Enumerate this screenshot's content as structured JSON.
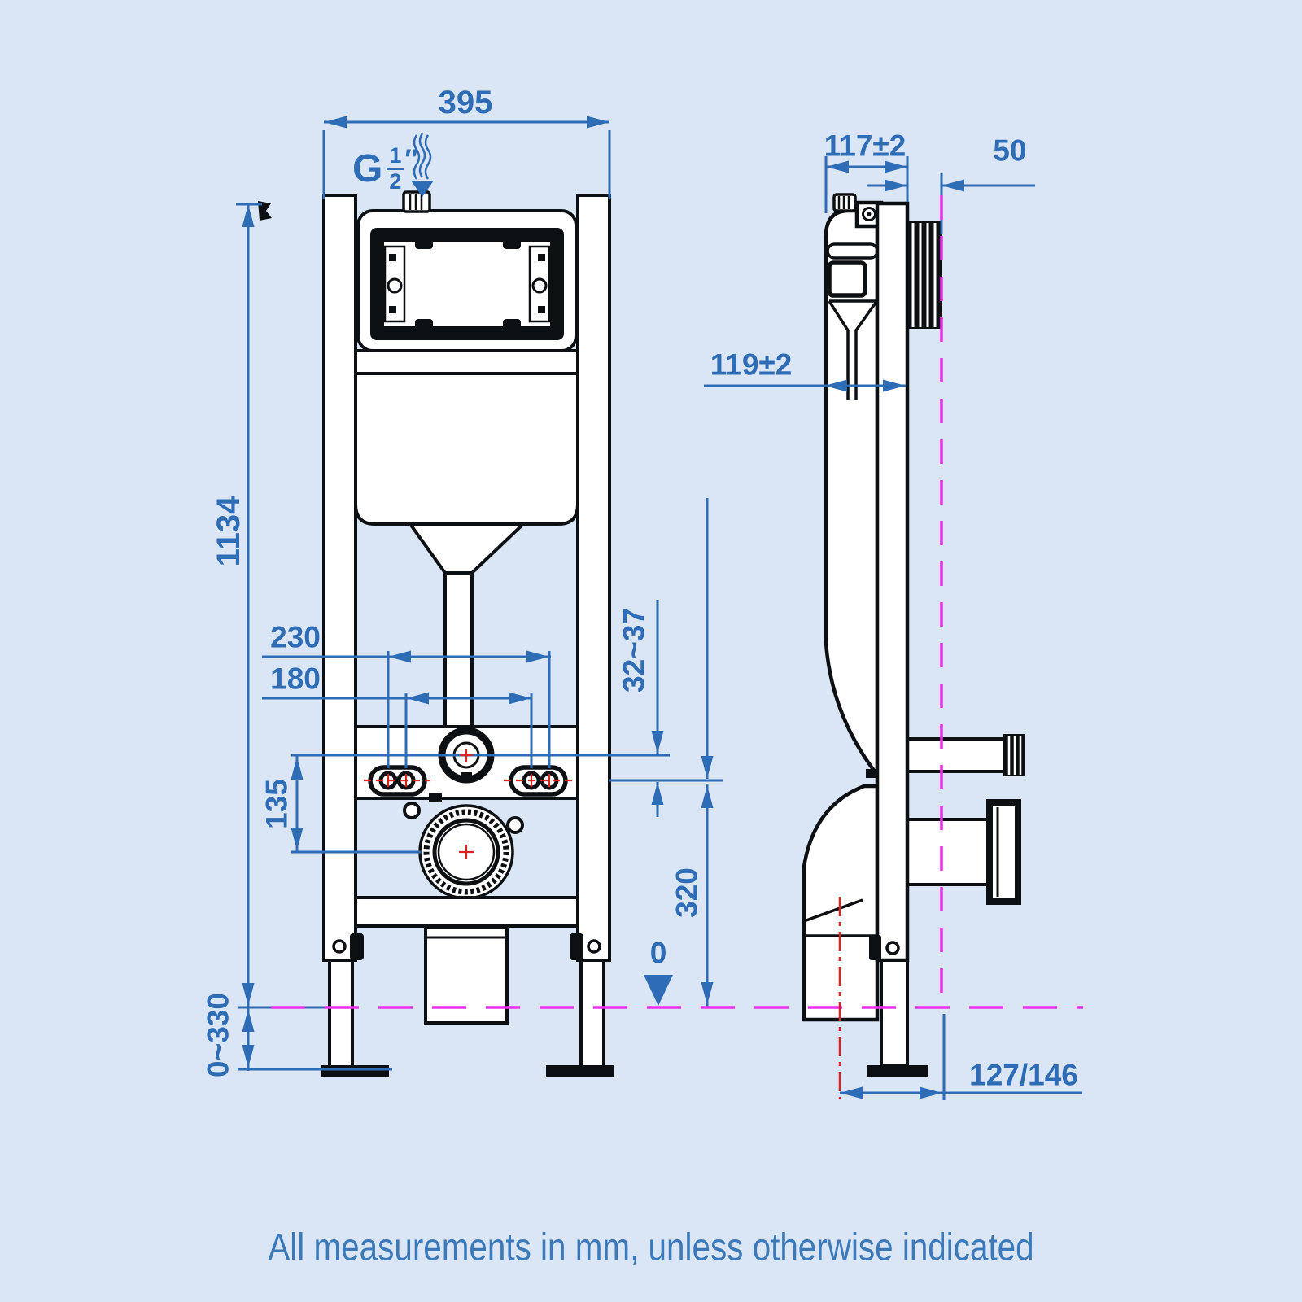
{
  "colors": {
    "background": "#dae6f5",
    "dimension_blue": "#2e6cb5",
    "drawing_black": "#0d1013",
    "floor_magenta": "#ee2eee",
    "centerline_red": "#dd2222",
    "note_blue": "#3b79b8"
  },
  "front_view": {
    "width_top": "395",
    "inlet": {
      "letter": "G",
      "numerator": "1",
      "denominator": "2",
      "prime": "″"
    },
    "height": "1134",
    "fixing_span_outer": "230",
    "fixing_span_inner": "180",
    "flush_to_drain": "135",
    "leg_adjustment": "0~330",
    "floor_marker": "0"
  },
  "side_view": {
    "top_depth": "117±2",
    "wall_clearance": "50",
    "body_depth": "119±2",
    "flush_drop": "32~37",
    "drain_height": "320",
    "drain_setout": "127/146"
  },
  "footer": {
    "note": "All measurements in mm, unless otherwise indicated"
  }
}
